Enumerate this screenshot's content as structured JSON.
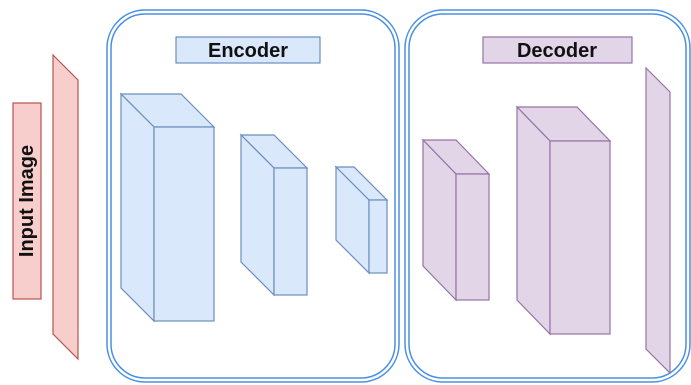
{
  "input": {
    "label": "Input Image"
  },
  "encoder": {
    "title": "Encoder"
  },
  "decoder": {
    "title": "Decoder"
  },
  "colors": {
    "input_fill": "#f8cecc",
    "input_stroke": "#b85450",
    "encoder_fill": "#dae8fc",
    "encoder_stroke": "#6c8ebf",
    "decoder_fill": "#e1d5e7",
    "decoder_stroke": "#9673a6",
    "panel_stroke": "#4a90e2"
  }
}
